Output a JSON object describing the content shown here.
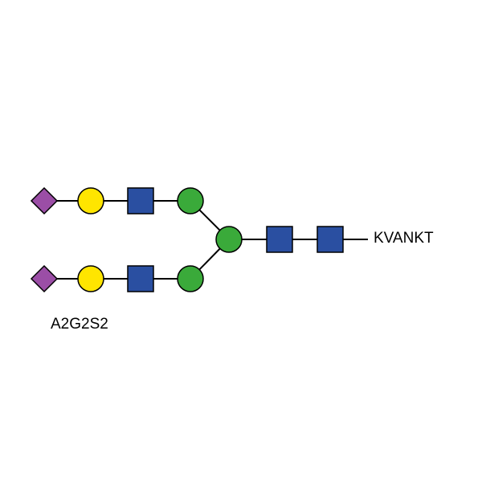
{
  "diagram": {
    "peptide_label": "KVANKT",
    "glycan_name": "A2G2S2",
    "colors": {
      "sialic_acid": "#9b4ea6",
      "galactose": "#ffe500",
      "glcnac": "#2a4fa1",
      "mannose": "#3aaa3a",
      "line": "#000000",
      "background": "#ffffff"
    },
    "residues": [
      {
        "id": "upper-sialic-acid",
        "type": "diamond",
        "icon": "purple-diamond-icon"
      },
      {
        "id": "upper-galactose",
        "type": "circle",
        "icon": "yellow-circle-icon"
      },
      {
        "id": "upper-glcnac",
        "type": "square",
        "icon": "blue-square-icon"
      },
      {
        "id": "upper-mannose",
        "type": "circle",
        "icon": "green-circle-icon"
      },
      {
        "id": "lower-sialic-acid",
        "type": "diamond",
        "icon": "purple-diamond-icon"
      },
      {
        "id": "lower-galactose",
        "type": "circle",
        "icon": "yellow-circle-icon"
      },
      {
        "id": "lower-glcnac",
        "type": "square",
        "icon": "blue-square-icon"
      },
      {
        "id": "lower-mannose",
        "type": "circle",
        "icon": "green-circle-icon"
      },
      {
        "id": "core-mannose",
        "type": "circle",
        "icon": "green-circle-icon"
      },
      {
        "id": "core-glcnac-1",
        "type": "square",
        "icon": "blue-square-icon"
      },
      {
        "id": "core-glcnac-2",
        "type": "square",
        "icon": "blue-square-icon"
      }
    ]
  }
}
